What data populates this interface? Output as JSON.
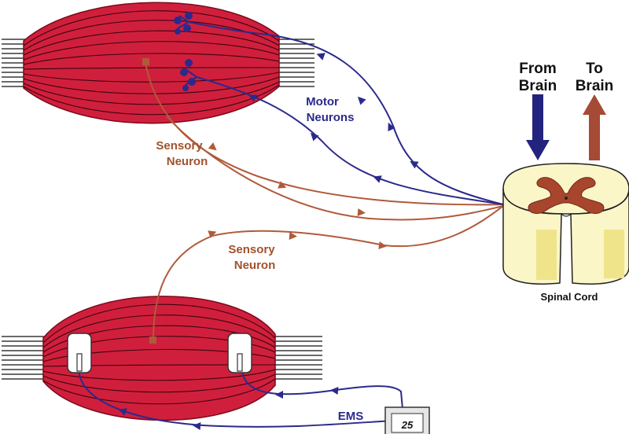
{
  "labels": {
    "motor_line1": "Motor",
    "motor_line2": "Neurons",
    "sensory_top_line1": "Sensory",
    "sensory_top_line2": "Neuron",
    "sensory_bottom_line1": "Sensory",
    "sensory_bottom_line2": "Neuron",
    "from_brain_line1": "From",
    "from_brain_line2": "Brain",
    "to_brain_line1": "To",
    "to_brain_line2": "Brain",
    "spinal_cord": "Spinal Cord",
    "ems": "EMS",
    "ems_display": "25"
  },
  "colors": {
    "muscle": "#d01f3c",
    "muscle_edge": "#7a0a1c",
    "motor_neuron": "#2b2a8c",
    "sensory_neuron": "#b05a3a",
    "arrow_down": "#23237f",
    "arrow_up": "#a54a35",
    "cord_fill": "#fbf6c8",
    "cord_shade": "#efe48a",
    "grey_matter": "#a8452d",
    "label_blue": "#2b2a8c",
    "label_brown": "#a0522d"
  }
}
